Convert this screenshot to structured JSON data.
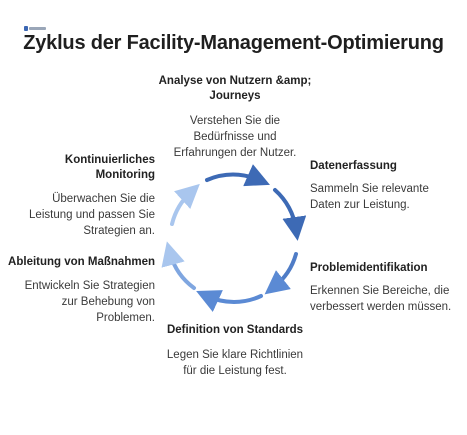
{
  "title": "Zyklus der Facility-Management-Optimierung",
  "colors": {
    "dark_blue": "#3d6ab5",
    "mid_blue": "#5b8ad4",
    "light_blue": "#a9c6ee"
  },
  "steps": [
    {
      "title": "Analyse von Nutzern &amp; Journeys",
      "lines": [
        "Verstehen Sie die",
        "Bedürfnisse und",
        "Erfahrungen der Nutzer."
      ]
    },
    {
      "title": "Datenerfassung",
      "lines": [
        "Sammeln Sie relevante",
        "Daten zur Leistung."
      ]
    },
    {
      "title": "Problemidentifikation",
      "lines": [
        "Erkennen Sie Bereiche, die",
        "verbessert werden müssen."
      ]
    },
    {
      "title": "Definition von Standards",
      "lines": [
        "Legen Sie klare Richtlinien",
        "für die Leistung fest."
      ]
    },
    {
      "title": "Ableitung von Maßnahmen",
      "lines": [
        "Entwickeln Sie Strategien",
        "zur Behebung von",
        "Problemen."
      ]
    },
    {
      "title": "Kontinuierliches Monitoring",
      "lines": [
        "Überwachen Sie die",
        "Leistung und passen Sie",
        "Strategien an."
      ]
    }
  ]
}
